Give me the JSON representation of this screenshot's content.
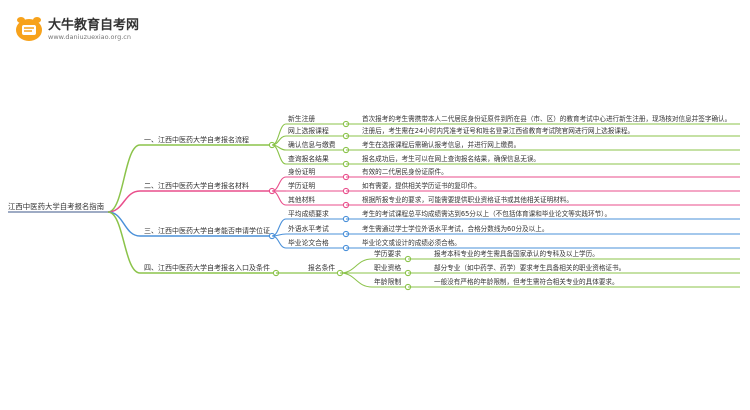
{
  "brand": {
    "name": "大牛教育自考网",
    "url": "www.daniuzuexiao.org.cn"
  },
  "colors": {
    "root": "#7f8fb0",
    "branch1": "#8bc34a",
    "branch2": "#e94e8b",
    "branch3": "#4a90d9",
    "branch4": "#8bc34a",
    "text": "#333333"
  },
  "mindmap": {
    "root": "江西中医药大学自考报名指南",
    "branches": [
      {
        "label": "一、江西中医药大学自考报名流程",
        "color": "#8bc34a",
        "items": [
          {
            "label": "新生注册",
            "desc": "首次报考的考生需携带本人二代居民身份证原件到所在县（市、区）的教育考试中心进行新生注册，现场核对信息并签字确认。"
          },
          {
            "label": "网上选报课程",
            "desc": "注册后，考生需在24小时内凭准考证号和姓名登录江西省教育考试院官网进行网上选报课程。"
          },
          {
            "label": "确认信息与缴费",
            "desc": "考生在选报课程后需确认报考信息，并进行网上缴费。"
          },
          {
            "label": "查询报名结果",
            "desc": "报名成功后，考生可以在网上查询报名结果，确保信息无误。"
          }
        ]
      },
      {
        "label": "二、江西中医药大学自考报名材料",
        "color": "#e94e8b",
        "items": [
          {
            "label": "身份证明",
            "desc": "有效的二代居民身份证原件。"
          },
          {
            "label": "学历证明",
            "desc": "如有需要，提供相关学历证书的复印件。"
          },
          {
            "label": "其他材料",
            "desc": "根据所报专业的要求，可能需要提供职业资格证书或其他相关证明材料。"
          }
        ]
      },
      {
        "label": "三、江西中医药大学自考能否申请学位证",
        "color": "#4a90d9",
        "items": [
          {
            "label": "平均成绩要求",
            "desc": "考生的考试课程总平均成绩需达到65分以上（不包括体育课和毕业论文等实践环节）。"
          },
          {
            "label": "外语水平考试",
            "desc": "考生需通过学士学位外语水平考试，合格分数线为60分及以上。"
          },
          {
            "label": "毕业论文合格",
            "desc": "毕业论文或设计的成绩必须合格。"
          }
        ]
      },
      {
        "label": "四、江西中医药大学自考报名入口及条件",
        "color": "#8bc34a",
        "items": [
          {
            "label": "报名条件",
            "children": [
              {
                "label": "学历要求",
                "desc": "报考本科专业的考生需具备国家承认的专科及以上学历。"
              },
              {
                "label": "职业资格",
                "desc": "部分专业（如中药学、药学）要求考生具备相关的职业资格证书。"
              },
              {
                "label": "年龄限制",
                "desc": "一般没有严格的年龄限制，但考生需符合相关专业的具体要求。"
              }
            ]
          }
        ]
      }
    ]
  }
}
